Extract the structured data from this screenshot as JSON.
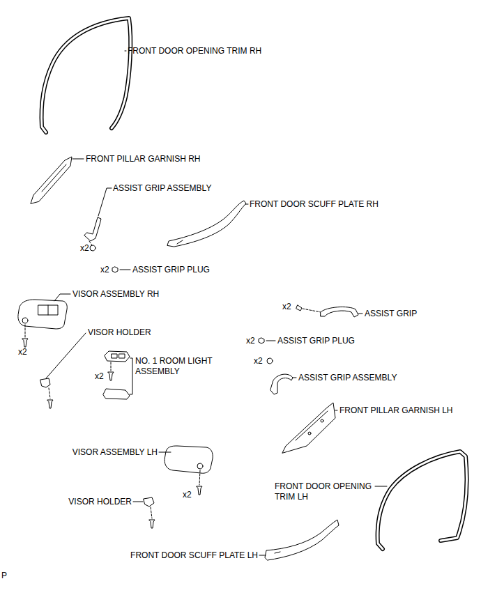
{
  "diagram": {
    "labels": [
      "FRONT DOOR OPENING TRIM RH",
      "FRONT PILLAR GARNISH RH",
      "ASSIST GRIP ASSEMBLY",
      "FRONT DOOR SCUFF PLATE RH",
      "x2",
      "x2",
      "ASSIST GRIP PLUG",
      "VISOR ASSEMBLY RH",
      "x2",
      "VISOR HOLDER",
      "NO. 1 ROOM LIGHT ASSEMBLY",
      "x2",
      "x2",
      "ASSIST GRIP",
      "x2",
      "ASSIST GRIP PLUG",
      "x2",
      "ASSIST GRIP ASSEMBLY",
      "FRONT PILLAR GARNISH LH",
      "VISOR ASSEMBLY LH",
      "x2",
      "VISOR HOLDER",
      "FRONT DOOR OPENING TRIM LH",
      "FRONT DOOR SCUFF PLATE LH",
      "P"
    ]
  }
}
